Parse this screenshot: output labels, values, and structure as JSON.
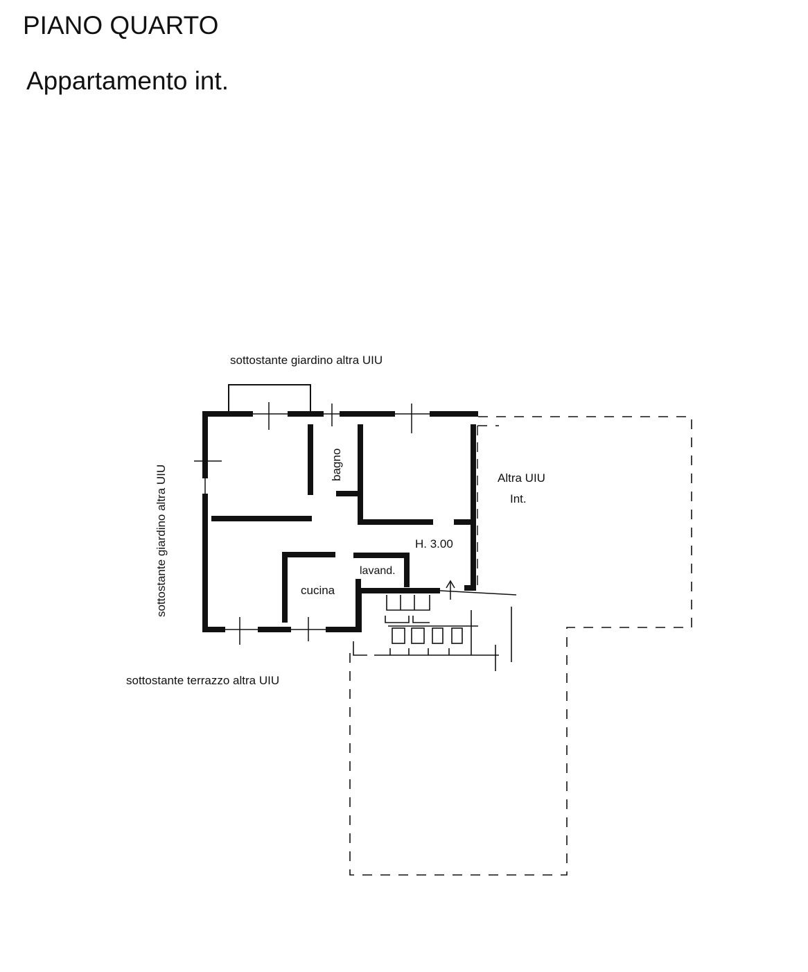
{
  "header": {
    "floor": "PIANO QUARTO",
    "unit": "Appartamento int."
  },
  "labels": {
    "top": "sottostante giardino altra UIU",
    "left": "sottostante giardino altra UIU",
    "bottom": "sottostante terrazzo altra UIU",
    "other_unit": "Altra UIU",
    "other_unit_int": "Int.",
    "height": "H. 3.00"
  },
  "rooms": {
    "bathroom": "bagno",
    "kitchen": "cucina",
    "laundry": "lavand."
  },
  "colors": {
    "ink": "#111111",
    "paper": "#ffffff"
  }
}
